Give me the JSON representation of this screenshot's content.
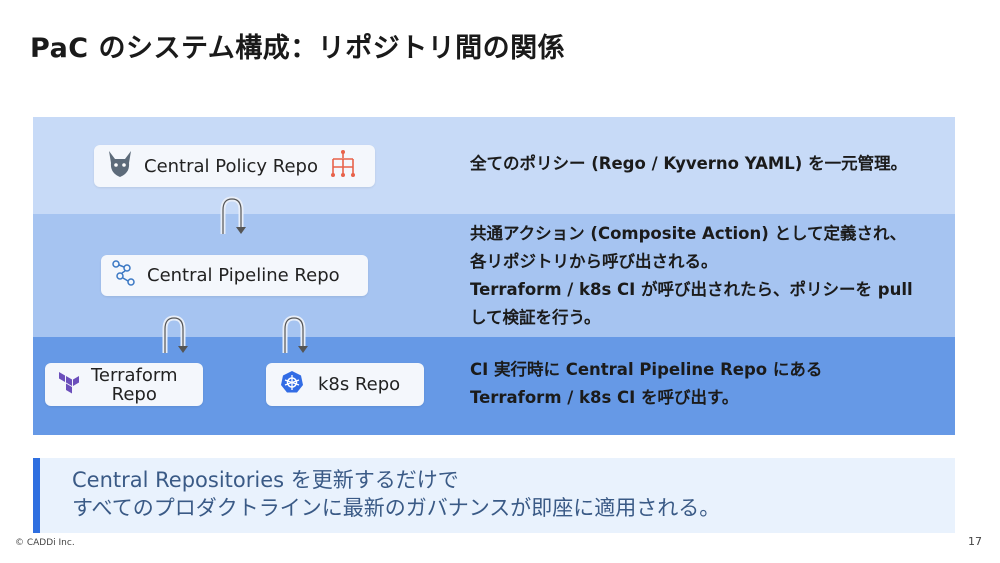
{
  "title": "PaC のシステム構成：リポジトリ間の関係",
  "repos": {
    "policy": {
      "label": "Central Policy Repo",
      "icons": [
        "opa-icon",
        "kyverno-icon"
      ]
    },
    "pipeline": {
      "label": "Central Pipeline Repo",
      "icon": "pipeline-icon"
    },
    "terraform": {
      "label_line1": "Terraform",
      "label_line2": "Repo",
      "icon": "terraform-icon"
    },
    "k8s": {
      "label": "k8s Repo",
      "icon": "kubernetes-icon"
    }
  },
  "descriptions": {
    "policy": [
      "全てのポリシー (Rego / Kyverno YAML) を一元管理。"
    ],
    "pipeline": [
      "共通アクション (Composite Action) として定義され、",
      "各リポジトリから呼び出される。",
      "Terraform / k8s CI が呼び出されたら、ポリシーを pull",
      "して検証を行う。"
    ],
    "repos": [
      "CI 実行時に Central Pipeline Repo にある",
      "Terraform / k8s CI を呼び出す。"
    ]
  },
  "callout": {
    "line1": "Central Repositories を更新するだけで",
    "line2": "すべてのプロダクトラインに最新のガバナンスが即座に適用される。"
  },
  "footer": {
    "copyright": "© CADDi Inc.",
    "page": "17"
  },
  "colors": {
    "band_top": "#c7daf7",
    "band_mid": "#a6c4f1",
    "band_bottom": "#6699e6",
    "accent": "#2f6fe0"
  }
}
